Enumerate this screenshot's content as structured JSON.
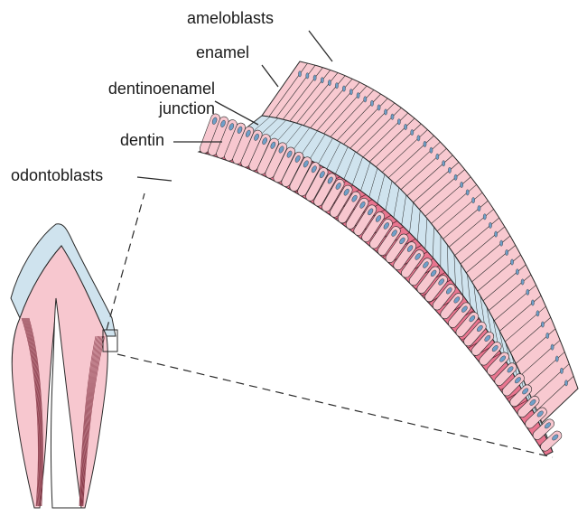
{
  "labels": {
    "ameloblasts": "ameloblasts",
    "enamel": "enamel",
    "dej_line1": "dentinoenamel",
    "dej_line2": "junction",
    "dentin": "dentin",
    "odontoblasts": "odontoblasts"
  },
  "colors": {
    "ameloblast_fill": "#f8c9d0",
    "enamel_fill": "#cfe3ee",
    "dentin_fill": "#e9758f",
    "odontoblast_fill": "#f7c7cf",
    "nucleus_fill": "#6f9fc8",
    "outline": "#2a2a2a"
  }
}
